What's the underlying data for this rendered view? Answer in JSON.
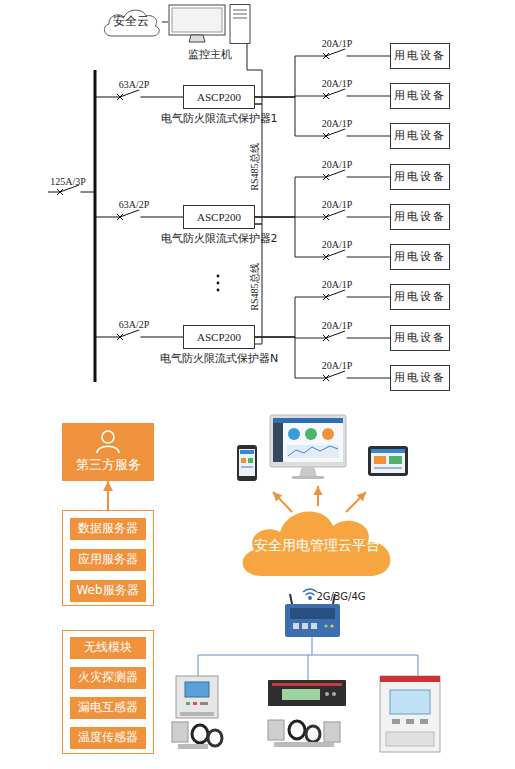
{
  "diagram": {
    "nodes": [
      {
        "text": [
          "安全云"
        ]
      },
      {
        "text": [
          "监控主机"
        ]
      },
      {
        "text": [
          "ASCP200",
          "电气防火限流式保护器1"
        ]
      },
      {
        "text": [
          "用电设备"
        ]
      },
      {
        "text": [
          "用电设备"
        ]
      },
      {
        "text": [
          "用电设备"
        ]
      },
      {
        "text": [
          "ASCP200",
          "电气防火限流式保护器2"
        ]
      },
      {
        "text": [
          "用电设备"
        ]
      },
      {
        "text": [
          "用电设备"
        ]
      },
      {
        "text": [
          "用电设备"
        ]
      },
      {
        "text": [
          "ASCP200",
          "电气防火限流式保护器N"
        ]
      },
      {
        "text": [
          "用电设备"
        ]
      },
      {
        "text": [
          "用电设备"
        ]
      },
      {
        "text": [
          "用电设备"
        ]
      },
      {
        "text": [
          "第三方服务"
        ]
      },
      {
        "text": [
          "安全用电管理云平台"
        ]
      },
      {
        "text": []
      },
      {
        "text": [
          "数据服务器"
        ],
        "in": 16
      },
      {
        "text": [
          "应用服务器"
        ],
        "in": 16
      },
      {
        "text": [
          "Web服务器"
        ],
        "in": 16
      },
      {
        "text": []
      },
      {
        "text": [
          "无线模块"
        ],
        "in": 20
      },
      {
        "text": [
          "火灾探测器"
        ],
        "in": 20
      },
      {
        "text": [
          "漏电互感器"
        ],
        "in": 20
      },
      {
        "text": [
          "温度传感器"
        ],
        "in": 20
      }
    ],
    "edges": [
      {
        "from": 0,
        "to": 1,
        "arrow": "none"
      },
      {
        "from": 1,
        "to": 2,
        "arrow": "none"
      },
      {
        "from": 2,
        "to": 3,
        "label": "20A/1P",
        "arrow": "none"
      },
      {
        "from": 2,
        "to": 4,
        "label": "20A/1P",
        "arrow": "none"
      },
      {
        "from": 2,
        "to": 5,
        "label": "20A/1P",
        "arrow": "none"
      },
      {
        "from": 2,
        "to": 6,
        "label": "RS485总线",
        "arrow": "none"
      },
      {
        "from": 6,
        "to": 7,
        "label": "20A/1P",
        "arrow": "none"
      },
      {
        "from": 6,
        "to": 8,
        "label": "20A/1P",
        "arrow": "none"
      },
      {
        "from": 6,
        "to": 9,
        "label": "20A/1P",
        "arrow": "none"
      },
      {
        "from": 6,
        "to": 10,
        "label": "RS485总线",
        "arrow": "none"
      },
      {
        "from": 10,
        "to": 11,
        "label": "20A/1P",
        "arrow": "none"
      },
      {
        "from": 10,
        "to": 12,
        "label": "20A/1P",
        "arrow": "none"
      },
      {
        "from": 10,
        "to": 13,
        "label": "20A/1P",
        "arrow": "none"
      },
      {
        "from": 16,
        "to": 14,
        "arrow": "to"
      }
    ],
    "labels": [
      "125A/3P",
      "63A/2P",
      "63A/2P",
      "63A/2P",
      "2G/3G/4G"
    ]
  }
}
